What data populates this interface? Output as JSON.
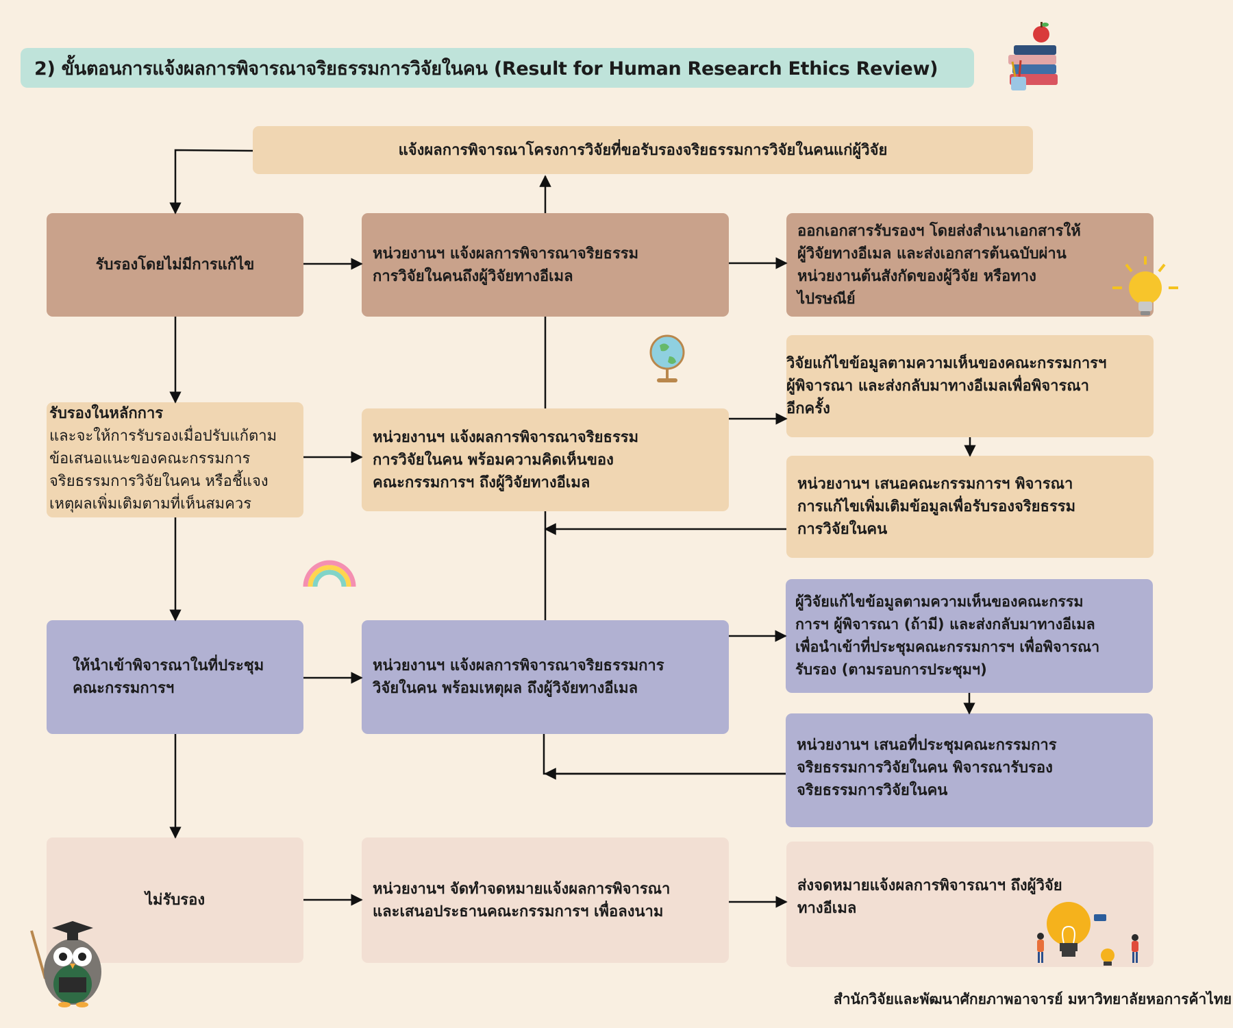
{
  "title": "2) ขั้นตอนการแจ้งผลการพิจารณาจริยธรรมการวิจัยในคน (Result for Human Research Ethics Review)",
  "top_notice": "แจ้งผลการพิจารณาโครงการวิจัยที่ขอรับรองจริยธรรมการวิจัยในคนแก่ผู้วิจัย",
  "rows": {
    "approved": {
      "decision": "รับรองโดยไม่มีการแก้ไข",
      "action": [
        "หน่วยงานฯ แจ้งผลการพิจารณาจริยธรรม",
        "การวิจัยในคนถึงผู้วิจัยทางอีเมล"
      ],
      "result": [
        "ออกเอกสารรับรองฯ โดยส่งสำเนาเอกสารให้",
        "ผู้วิจัยทางอีเมล และส่งเอกสารต้นฉบับผ่าน",
        "หน่วยงานต้นสังกัดของผู้วิจัย หรือทาง",
        "ไปรษณีย์"
      ]
    },
    "conditional": {
      "decision_title": "รับรองในหลักการ",
      "decision_body": [
        "และจะให้การรับรองเมื่อปรับแก้ตาม",
        "ข้อเสนอแนะของคณะกรรมการ",
        "จริยธรรมการวิจัยในคน หรือชี้แจง",
        "เหตุผลเพิ่มเติมตามที่เห็นสมควร"
      ],
      "action": [
        "หน่วยงานฯ แจ้งผลการพิจารณาจริยธรรม",
        "การวิจัยในคน พร้อมความคิดเห็นของ",
        "คณะกรรมการฯ ถึงผู้วิจัยทางอีเมล"
      ],
      "step1": [
        "วิจัยแก้ไขข้อมูลตามความเห็นของคณะกรรมการฯ",
        "ผู้พิจารณา และส่งกลับมาทางอีเมลเพื่อพิจารณา",
        "อีกครั้ง"
      ],
      "step2": [
        "หน่วยงานฯ เสนอคณะกรรมการฯ พิจารณา",
        "การแก้ไขเพิ่มเติมข้อมูลเพื่อรับรองจริยธรรม",
        "การวิจัยในคน"
      ]
    },
    "full_board": {
      "decision": [
        "ให้นำเข้าพิจารณาในที่ประชุม",
        "คณะกรรมการฯ"
      ],
      "action": [
        "หน่วยงานฯ แจ้งผลการพิจารณาจริยธรรมการ",
        "วิจัยในคน พร้อมเหตุผล ถึงผู้วิจัยทางอีเมล"
      ],
      "step1": [
        "ผู้วิจัยแก้ไขข้อมูลตามความเห็นของคณะกรรม",
        "การฯ ผู้พิจารณา (ถ้ามี) และส่งกลับมาทางอีเมล",
        "เพื่อนำเข้าที่ประชุมคณะกรรมการฯ เพื่อพิจารณา",
        "รับรอง (ตามรอบการประชุมฯ)"
      ],
      "step2": [
        "หน่วยงานฯ เสนอที่ประชุมคณะกรรมการ",
        "จริยธรรมการวิจัยในคน พิจารณารับรอง",
        "จริยธรรมการวิจัยในคน"
      ]
    },
    "rejected": {
      "decision": "ไม่รับรอง",
      "action": [
        "หน่วยงานฯ จัดทำจดหมายแจ้งผลการพิจารณา",
        "และเสนอประธานคณะกรรมการฯ เพื่อลงนาม"
      ],
      "result": [
        "ส่งจดหมายแจ้งผลการพิจารณาฯ ถึงผู้วิจัย",
        "ทางอีเมล"
      ]
    }
  },
  "footer": "สำนักวิจัยและพัฒนาศักยภาพอาจารย์ มหาวิทยาลัยหอการค้าไทย",
  "colors": {
    "background": "#f9efe1",
    "title_bar": "#bfe3da",
    "approved": "#c9a28b",
    "conditional": "#f0d6b2",
    "full_board": "#b1b1d2",
    "rejected": "#f2dfd3"
  }
}
